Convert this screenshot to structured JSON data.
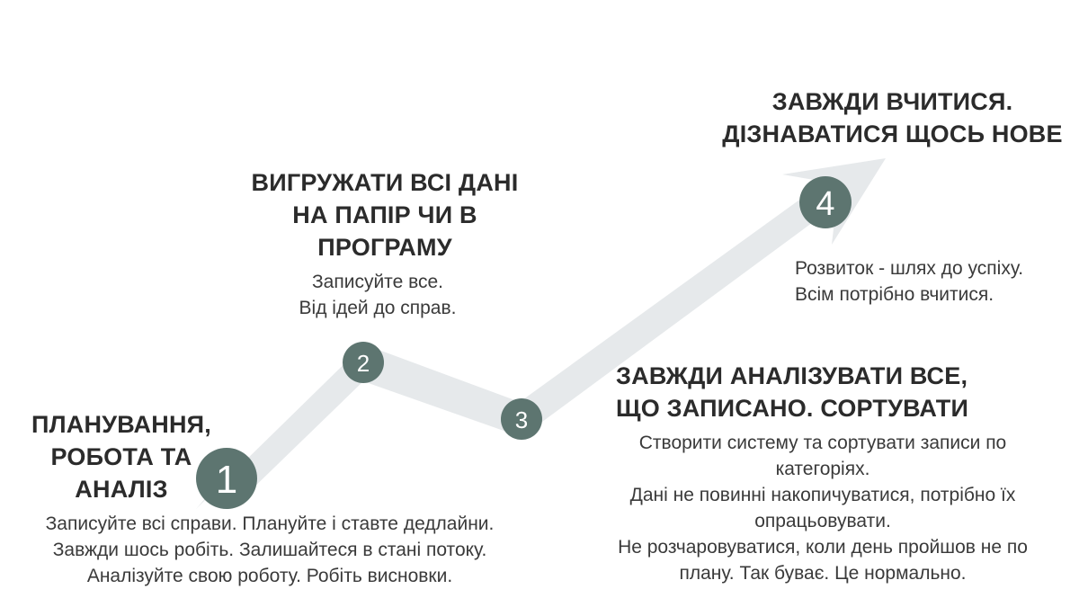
{
  "colors": {
    "background": "#ffffff",
    "path": "#e6e9eb",
    "marker": "#5d7570",
    "marker_text": "#ffffff",
    "heading": "#2b2b2b",
    "text": "#3a3a3a"
  },
  "steps": [
    {
      "number": "1",
      "heading": [
        "ПЛАНУВАННЯ,",
        "РОБОТА ТА",
        "АНАЛІЗ"
      ],
      "description": [
        "Записуйте всі справи. Плануйте і ставте дедлайни.",
        "Завжди шось робіть. Залишайтеся в стані потоку.",
        "Аналізуйте свою роботу. Робіть висновки."
      ]
    },
    {
      "number": "2",
      "heading": [
        "ВИГРУЖАТИ ВСІ ДАНІ",
        "НА ПАПІР ЧИ В",
        "ПРОГРАМУ"
      ],
      "description": [
        "Записуйте все.",
        "Від ідей до справ."
      ]
    },
    {
      "number": "3",
      "heading": [
        "ЗАВЖДИ АНАЛІЗУВАТИ ВСЕ,",
        "ЩО ЗАПИСАНО. СОРТУВАТИ"
      ],
      "description": [
        "Створити систему та сортувати записи по",
        "категоріях.",
        "Дані не повинні накопичуватися, потрібно їх",
        "опрацьовувати.",
        "Не розчаровуватися, коли день пройшов не по",
        "плану. Так буває. Це нормально."
      ]
    },
    {
      "number": "4",
      "heading": [
        "ЗАВЖДИ ВЧИТИСЯ.",
        "ДІЗНАВАТИСЯ ЩОСЬ НОВЕ"
      ],
      "description": [
        "Розвиток - шлях до успіху.",
        "Всім потрібно вчитися."
      ]
    }
  ]
}
